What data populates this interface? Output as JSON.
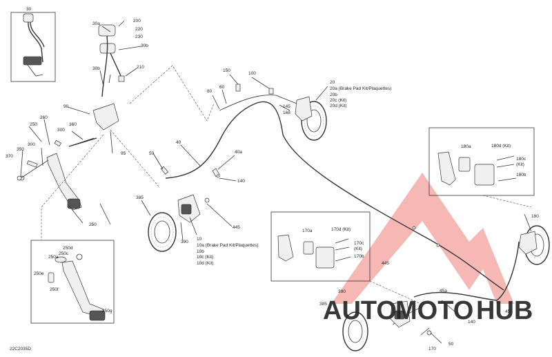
{
  "diagram_code": "22C2035D",
  "labels": [
    {
      "id": "l30",
      "text": "30"
    },
    {
      "id": "l30a",
      "text": "30a"
    },
    {
      "id": "l200",
      "text": "200"
    },
    {
      "id": "l220",
      "text": "220"
    },
    {
      "id": "l230",
      "text": "230"
    },
    {
      "id": "l30b_top",
      "text": "30b"
    },
    {
      "id": "l30b",
      "text": "30b"
    },
    {
      "id": "l210",
      "text": "210"
    },
    {
      "id": "l90",
      "text": "90"
    },
    {
      "id": "l260",
      "text": "260"
    },
    {
      "id": "l250",
      "text": "250"
    },
    {
      "id": "l300",
      "text": "300"
    },
    {
      "id": "l360",
      "text": "360"
    },
    {
      "id": "l95",
      "text": "95"
    },
    {
      "id": "l370",
      "text": "370"
    },
    {
      "id": "l350",
      "text": "350"
    },
    {
      "id": "l300b",
      "text": "300"
    },
    {
      "id": "l250b",
      "text": "250"
    },
    {
      "id": "l150",
      "text": "150"
    },
    {
      "id": "l100",
      "text": "100"
    },
    {
      "id": "l80",
      "text": "80"
    },
    {
      "id": "l60",
      "text": "60"
    },
    {
      "id": "l145",
      "text": "145"
    },
    {
      "id": "l168",
      "text": "168"
    },
    {
      "id": "l20",
      "text": "20"
    },
    {
      "id": "l20a",
      "text": "20a (Brake Pad Kit/Plaquettes)"
    },
    {
      "id": "l20b",
      "text": "20b"
    },
    {
      "id": "l20c",
      "text": "20c (Kit)"
    },
    {
      "id": "l20d",
      "text": "20d (Kit)"
    },
    {
      "id": "l40",
      "text": "40"
    },
    {
      "id": "l50",
      "text": "50"
    },
    {
      "id": "l40a",
      "text": "40a"
    },
    {
      "id": "l140",
      "text": "140"
    },
    {
      "id": "l385",
      "text": "385"
    },
    {
      "id": "l445",
      "text": "445"
    },
    {
      "id": "l390",
      "text": "390"
    },
    {
      "id": "l10",
      "text": "10"
    },
    {
      "id": "l10a",
      "text": "10a (Brake Pad Kit/Plaquettes)"
    },
    {
      "id": "l10b",
      "text": "10b"
    },
    {
      "id": "l10c",
      "text": "10c (Kit)"
    },
    {
      "id": "l10d",
      "text": "10d (Kit)"
    },
    {
      "id": "l180a",
      "text": "180a"
    },
    {
      "id": "l180d",
      "text": "180d (Kit)"
    },
    {
      "id": "l180c",
      "text": "180c"
    },
    {
      "id": "l180ck",
      "text": "(Kit)"
    },
    {
      "id": "l180b",
      "text": "180b"
    },
    {
      "id": "l180",
      "text": "180"
    },
    {
      "id": "l170a",
      "text": "170a"
    },
    {
      "id": "l170d",
      "text": "170d (Kit)"
    },
    {
      "id": "l170c",
      "text": "170c"
    },
    {
      "id": "l170ck",
      "text": "(Kit)"
    },
    {
      "id": "l170b",
      "text": "170b"
    },
    {
      "id": "l250d",
      "text": "250d"
    },
    {
      "id": "l250c",
      "text": "250c"
    },
    {
      "id": "l250a",
      "text": "250a"
    },
    {
      "id": "l250e",
      "text": "250e"
    },
    {
      "id": "l250f",
      "text": "250f"
    },
    {
      "id": "l250g",
      "text": "250g"
    },
    {
      "id": "l445b",
      "text": "445"
    },
    {
      "id": "l45a",
      "text": "45a"
    },
    {
      "id": "l390b",
      "text": "390"
    },
    {
      "id": "l45",
      "text": "45"
    },
    {
      "id": "l385b",
      "text": "385"
    },
    {
      "id": "l140b",
      "text": "140"
    },
    {
      "id": "l50b",
      "text": "50"
    },
    {
      "id": "l170",
      "text": "170"
    }
  ],
  "watermark": {
    "part1": "AUTO",
    "part2": "MOTO",
    "part3": "HUB",
    "color_red": "#e8524a",
    "color_gray": "#4a4a4a"
  }
}
